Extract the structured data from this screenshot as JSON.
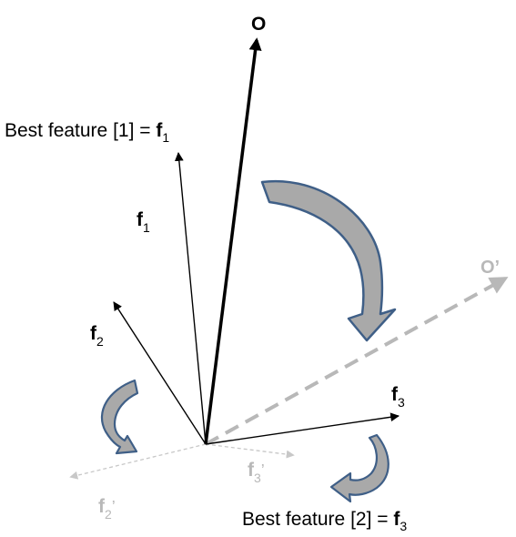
{
  "vectors": {
    "o": {
      "label": "O"
    },
    "o_prime": {
      "label": "O’"
    },
    "f1": {
      "label_main": "f",
      "label_sub": "1"
    },
    "f2": {
      "label_main": "f",
      "label_sub": "2"
    },
    "f3": {
      "label_main": "f",
      "label_sub": "3"
    },
    "f2_prime": {
      "label_main": "f",
      "label_sub": "2",
      "label_prime": "’"
    },
    "f3_prime": {
      "label_main": "f",
      "label_sub": "3",
      "label_prime": "’"
    }
  },
  "annotations": {
    "best1": {
      "prefix": "Best feature [1] = ",
      "main": "f",
      "sub": "1"
    },
    "best2": {
      "prefix": "Best feature [2] = ",
      "main": "f",
      "sub": "3"
    }
  },
  "colors": {
    "vector": "#000000",
    "faded": "#b8b8b8",
    "curved_arrow_fill": "#a9a9a9",
    "curved_arrow_stroke": "#3f5f87"
  }
}
